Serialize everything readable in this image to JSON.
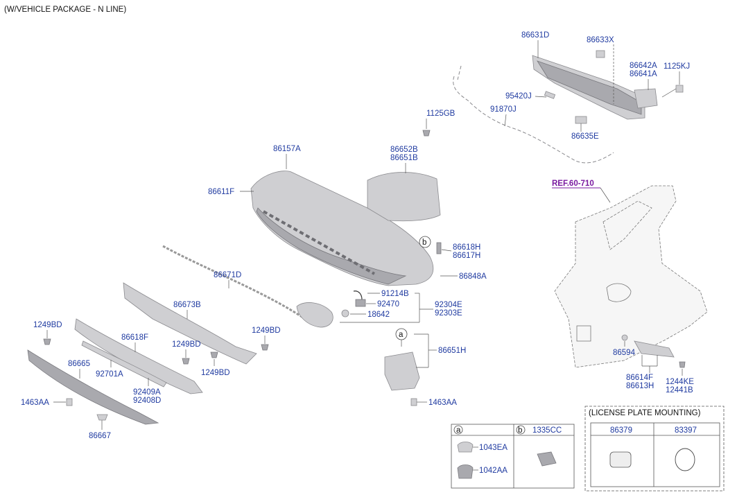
{
  "header": "(W/VEHICLE PACKAGE - N LINE)",
  "labels": {
    "p86631D": "86631D",
    "p86633X": "86633X",
    "p86642A": "86642A",
    "p86641A": "86641A",
    "p1125KJ": "1125KJ",
    "p95420J": "95420J",
    "p91870J": "91870J",
    "p86635E": "86635E",
    "p1125GB": "1125GB",
    "p86157A": "86157A",
    "p86652B": "86652B",
    "p86651B": "86651B",
    "p86611F": "86611F",
    "ref": "REF.60-710",
    "p86618H": "86618H",
    "p86617H": "86617H",
    "p86848A": "86848A",
    "p86671D": "86671D",
    "p91214B": "91214B",
    "p92470": "92470",
    "p18642": "18642",
    "p92304E": "92304E",
    "p92303E": "92303E",
    "p86673B": "86673B",
    "p1249BD_a": "1249BD",
    "p1249BD_b": "1249BD",
    "p1249BD_c": "1249BD",
    "p1249BD_d": "1249BD",
    "p86618F": "86618F",
    "p86665": "86665",
    "p92701A": "92701A",
    "p92409A": "92409A",
    "p92408D": "92408D",
    "p1463AA_a": "1463AA",
    "p1463AA_b": "1463AA",
    "p86667": "86667",
    "p86651H": "86651H",
    "p86594": "86594",
    "p86614F": "86614F",
    "p86613H": "86613H",
    "p1244KE": "1244KE",
    "p12441B": "12441B",
    "callout_a": "a",
    "callout_b": "b",
    "callout_a2": "a"
  },
  "table_ab": {
    "col_a": "a",
    "col_b": "b",
    "b_part": "1335CC",
    "a_part1": "1043EA",
    "a_part2": "1042AA"
  },
  "license_plate": {
    "title": "(LICENSE PLATE MOUNTING)",
    "col1": "86379",
    "col2": "83397"
  },
  "colors": {
    "label": "#1f3aa0",
    "ref": "#7a1aa0",
    "part": "#cfcfd2"
  }
}
